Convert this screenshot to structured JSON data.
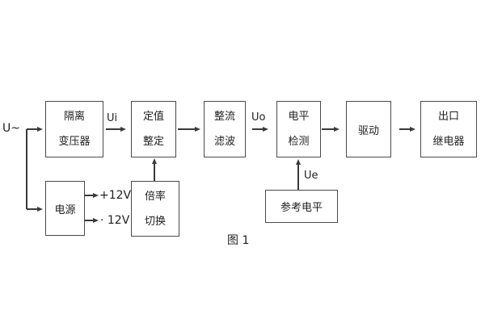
{
  "figure": {
    "caption": "图 1",
    "background": "#ffffff",
    "line_color": "#3a3a3a",
    "border_color": "#4a4a4a",
    "text_color": "#1f1f1f"
  },
  "blocks": {
    "isolation_transformer": {
      "line1": "隔离",
      "line2": "变压器"
    },
    "setting_adjust": {
      "line1": "定值",
      "line2": "整定"
    },
    "rectify_filter": {
      "line1": "整流",
      "line2": "滤波"
    },
    "level_detect": {
      "line1": "电平",
      "line2": "检测"
    },
    "drive": {
      "label": "驱动"
    },
    "output_relay": {
      "line1": "出口",
      "line2": "继电器"
    },
    "power_supply": {
      "label": "电源"
    },
    "ratio_switch": {
      "line1": "倍率",
      "line2": "切换"
    },
    "reference_level": {
      "label": "参考电平"
    }
  },
  "signals": {
    "input": "U~",
    "ui": "Ui",
    "uo": "Uo",
    "ue": "Ue",
    "plus_12v": "+12V",
    "minus_12v": "· 12V"
  }
}
